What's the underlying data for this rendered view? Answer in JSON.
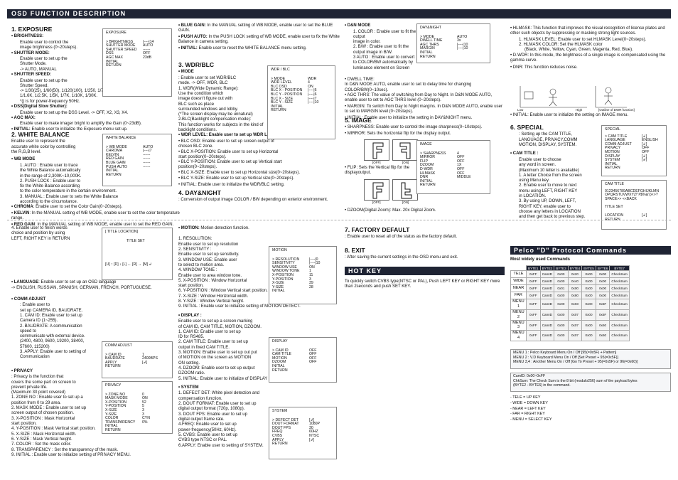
{
  "header": {
    "title": "OSD FUNCTION DESCRIPTION"
  },
  "exposure": {
    "heading": "1. EXPOSURE",
    "brightness_l": "• BRIGHTNESS:",
    "brightness_d": [
      "Enable user to control the",
      "image brightness (0~20steps)."
    ],
    "shutter_mode_l": "• SHUTTER MODE:",
    "shutter_mode_d": [
      "Enable user to set up the",
      "Shutter Mode.",
      "-> AUTO, MANUAL"
    ],
    "shutter_speed_l": "• SHUTTER SPEED:",
    "shutter_speed_d": [
      "Enable user to set up the",
      "Shutter Speed.",
      "-> 1/30(25), 1/60(50), 1/120(100), 1/250, 1/700, 1/1K,",
      "1/1.6K, 1/2.5K, 1/5K, 1/7K, 1/10K, 1/30K.",
      "*() is for power-frequency 50Hz."
    ],
    "dss_l": "• DSS(Digital Slow Shutter):",
    "dss_d": "Enable user to set up the DSS Level. -> OFF, X2, X3, X4.",
    "agc_l": "• AGC MAX:",
    "agc_d": "Enable user to make imager bright to amplify the Gain (0~23dB).",
    "initial_l": "• INITIAL:",
    "initial_d": "Enable user to initialize the Exposure menu set up."
  },
  "exposure_box": {
    "title": "EXPOSURE",
    "rows": [
      [
        "> BRIGHTNESS",
        "|----|14"
      ],
      [
        "SHUTTER MODE",
        "AUTO"
      ],
      [
        "SHUTTER SPEED",
        "------"
      ],
      [
        "DSS",
        "OFF"
      ],
      [
        "AGC MAX",
        "23dB"
      ],
      [
        "INITIAL",
        ""
      ],
      [
        "RETURN",
        ""
      ]
    ]
  },
  "white_balance": {
    "heading": "2. WHITE BALANCE",
    "intro": [
      "Enable user to represent the",
      "accurate white color by controlling",
      "the R,G,B level."
    ],
    "wb_mode_l": "• WB MODE",
    "auto": [
      "1. AUTO : Enable user to trace",
      "the White Balance automatically",
      "in the range of 2,300K~10,000K.",
      "2. PUSH LOCK : Enable user to",
      "fix the White Balance according",
      "to the color temperature in the certain environment.",
      "3. MANUAL : Enable user to sets the White Balance",
      "according to the circumstance."
    ],
    "chroma_l": "• CHROMA",
    "chroma_d": ": Enable user to set the Color Gain(0~20steps).",
    "kelvin_l": "• KELVIN",
    "kelvin_d": ": In the MANUAL setting of WB MODE, enable user to set the color temperature range.",
    "red_l": "• RED GAIN",
    "red_d": ": In the MANUAL setting of WB MODE, enable user to set the RED GAIN."
  },
  "wb_box": {
    "title": "WHITE BALANCE",
    "rows": [
      [
        "> WB MODE",
        "AUTO"
      ],
      [
        "CHROMA",
        "|----|7"
      ],
      [
        "KELVIN",
        "------"
      ],
      [
        "RED GAIN",
        "------"
      ],
      [
        "BLUE GAIN",
        "------"
      ],
      [
        "PUSH AUTO",
        "------"
      ],
      [
        "INITIAL",
        ""
      ],
      [
        "RETURN",
        ""
      ]
    ]
  },
  "wb_cont": {
    "blue_l": "• BLUE GAIN:",
    "blue_d": "In the MANUAL setting of WB MODE, enable user to set the BLUE GAIN.",
    "push_l": "• PUSH AUTO:",
    "push_d": "In the PUSH LOCK setting of WB MODE, enable user to fix the White Balance in camera setting.",
    "init_l": "• INITIAL:",
    "init_d": "Enable user to reset the WHITE BALANCE menu setting."
  },
  "wdr": {
    "heading": "3. WDR/BLC",
    "mode_l": "• MODE",
    "mode_d": [
      ": Enable user to set WDR/BLC",
      "mode. -> OFF, WDR, BLC",
      "1. WDR(Wide Dynamic Range):",
      "Use the condition which",
      "image doesn't figure out with",
      "BLC such as place",
      "surrounded windows and lobby.",
      "(*The screen display may be unnatural)",
      "2.BLC(Backlight compensation mode):",
      "This function works for subjects in the kind of backlight conditions."
    ],
    "wdr_level": "• WDR LEVEL: Enable user to set up WDR Level(0~4 level).",
    "blc_osd": [
      "• BLC OSD: Enable user to set up screen output of",
      "chosen BLC zone."
    ],
    "blc_x": [
      "• BLC X-POSITION: Enable user to set up Horizontal",
      "start position(0~20steps)."
    ],
    "blc_y": [
      "• BLC Y-POSITION: Enable user to set up Vertical start",
      "position(0~20steps)."
    ],
    "blc_xs": "• BLC X-SIZE: Enable user to set up Horizontal size(0~20steps).",
    "blc_ys": "• BLC Y-SIZE: Enable user to set up Vertical size(0~20steps).",
    "init": "• INITIAL: Enable user to initialize the WDR/BLC setting."
  },
  "wdr_box": {
    "title": "WDR / BLC",
    "rows": [
      [
        "> MODE",
        "WDR"
      ],
      [
        "WDR LEVEL",
        "4"
      ],
      [
        "BLC OSD",
        "ON"
      ],
      [
        "BLC X - POSITION",
        "|----|6"
      ],
      [
        "BLC Y - POSITION",
        "|----|6"
      ],
      [
        "BLC X - SIZE",
        "|----|7"
      ],
      [
        "BLC Y - SIZE",
        "|----|10"
      ],
      [
        "INITIAL",
        ""
      ],
      [
        "RETURN",
        ""
      ]
    ]
  },
  "daynight": {
    "heading": "4. DAY&NIGHT",
    "intro": ": Conversion of output image COLOR / BW depending on exterior environment.",
    "dn_mode_l": "• D&N MODE",
    "dn_mode_d": [
      "1. COLOR : Enable user to fit the output",
      "image in color.",
      "2. B/W : Enable user to fit the",
      "output image in B/W.",
      "3 AUTO : Enable user to convert",
      "to COLOR/BW automatically by",
      "luminance element on Screen"
    ],
    "dwell": [
      "• DWELL TIME:",
      "In D&N MODE AUTO, enable user to set to delay time for changing COLOR/BW(0~10sec)."
    ],
    "agc": "• AGC THRS: The value of switching from Day to Night. In D&N MODE AUTO, enable user to set to AGC THRS level (0~20steps).",
    "margin": "• MARGIN: To switch from Day to Night margins. In D&N MODE AUTO, enable user to set to MARGIN level (0~20steps).",
    "init": "• INITIAL: Enable user to initialize the setting in DAY&NIGHT menu."
  },
  "dn_box": {
    "title": "DAY&NIGHT",
    "rows": [
      [
        "> MODE",
        "AUTO"
      ],
      [
        "DWELL TIME",
        "3s"
      ],
      [
        "AGC THRS",
        "|----|10"
      ],
      [
        "MARGIN",
        "|----|10"
      ],
      [
        "INITIAL",
        ""
      ],
      [
        "RETURN",
        ""
      ]
    ]
  },
  "image": {
    "heading": "5. IMAGE",
    "sharpness": "• SHARPNESS: Enable user to control the image sharpness(0~10steps).",
    "mirror": "• MIRROR: Sets the horizontal flip for the display output.",
    "flip": [
      "• FLIP: Sets the Vertical flip for the",
      "displayoutput."
    ],
    "dzoom": "• DZOOM(Digital Zoom): Max. 20x Digital Zoom.",
    "fig_off": "[OFF]",
    "fig_on": "[ON]"
  },
  "image_box": {
    "title": "IMAGE",
    "rows": [
      [
        "> SHARPNESS",
        "4"
      ],
      [
        "MIRROR",
        "OFF"
      ],
      [
        "FLIP",
        "OFF"
      ],
      [
        "DZOOM",
        "1X"
      ],
      [
        "D-WDR",
        "OFF"
      ],
      [
        "HLMASK",
        "OFF"
      ],
      [
        "DNR",
        "MIDDLE"
      ],
      [
        "INITIAL",
        ""
      ],
      [
        "RETURN",
        ""
      ]
    ]
  },
  "hlmask": {
    "main": "• HLMASK: This function that improves the visual recognition of license plates and other such objects by suppressing or masking strong light sources.",
    "l1": "1. HLMASK LEVEL: Enable user to set HLMASK Level(0~20steps).",
    "l2": "2. HLMASK COLOR: Set the HLMASK color",
    "l3": "(Black, White, Yellow, Cyan, Green, Magenta, Red, Blue).",
    "dwdr": "• D-WDR: In this mode, the brightness of a single image is compensated using the gamma curve.",
    "dnr": "• DNR: This function reduces noise.",
    "init": "• INITIAL: Enable user to initialize the setting on IMAGE menu.",
    "cap_a": "Low",
    "cap_b": "High",
    "cap_c": "[Outline of DWR function]"
  },
  "special": {
    "heading": "6. SPECIAL",
    "intro": [
      ": Setting up the CAM TITLE,",
      "LANGUAGE, PRIVACY,COMM",
      "MOTION, DISPLAY, SYSTEM."
    ],
    "cam_title_l": "• CAM TITLE :",
    "cam_title": [
      " Enable user to choose",
      "any word in screen.",
      "(Maximum 10 letter is available)",
      "1. A letter Choice from the screen",
      "using Menu key.",
      "2. Enable user to move to next",
      "menu using LEFT, RIGHT KEY",
      "in LOCATION.",
      "3. By using UP, DOWN, LEFT,",
      "RIGHT KEY, enable user to",
      "choose any letters in LOCATION",
      "and then get back to previous step."
    ]
  },
  "special_box": {
    "title": "SPECIAL",
    "rows": [
      [
        "> CAM TITLE",
        "[↲]"
      ],
      [
        "LANGUAGE",
        "ENGLISH"
      ],
      [
        "COMM ADJUST",
        "[↲]"
      ],
      [
        "PRIVACY",
        "OFF"
      ],
      [
        "MOTION",
        "OFF"
      ],
      [
        "DISPLAY",
        "[↲]"
      ],
      [
        "SYSTEM",
        "[↲]"
      ],
      [
        "INITIAL",
        ""
      ],
      [
        "RETURN",
        ""
      ]
    ]
  },
  "cam_box": {
    "title": "CAM TITLE",
    "chars1": "0123456789ABCDEFGHIJKLMN",
    "chars2": "OPQRSTUVWXYZ!\"#$%&'()<>?",
    "chars3": "SPACE>> <<BACK",
    "sub": "TITLE SET",
    "rows": [
      [
        "LOCATION",
        "[↲]"
      ],
      [
        "RETURN",
        ""
      ]
    ]
  },
  "bottom_left": {
    "cont": [
      "4. Enable user to finish words",
      "choice and position by using",
      "LEFT, RIGHT KEY in RETURN"
    ],
    "lang_l": "• LANGUAGE",
    "lang_d": ": Enable user to set up an OSD language",
    "lang_list": "-> ENGLISH, RUSSIAN, SPANISH, GERMAN, FRENCH, PORTUGUESE.",
    "comm_l": "• COMM ADJUST",
    "comm_d": [
      ": Enable user to",
      "set up CAMERA ID, BAUDRATE.",
      "1. CAM ID: Enable user to set up",
      "Camera ID (1~255).",
      "2. BAUDRATE: A communication speed to",
      "communicate with external device.",
      "(2400, 4800, 9600, 19200, 38400,",
      "57600, 115200)",
      "3. APPLY: Enable user to setting of",
      "Communication"
    ],
    "priv_l": "• PRIVACY",
    "priv_d": [
      ": Privacy is the function that",
      "covers the some part on screen to",
      "prevent private life.",
      "(Maximum 30 point covered)",
      "",
      "1. ZONE NO : Enable user to set up a",
      "position from 0 to 29 area.",
      "2. MASK MODE : Enable user to set up",
      "screen output of chosen position.",
      "3. X-POSITION : Mask Horizontal",
      "start position.",
      "4. Y-POSITION : Mask Vertical start position.",
      "5. X-SIZE : Mask Horizontal width.",
      "6. Y-SIZE : Mask Vertical height.",
      "7. COLOR : Set the mask color.",
      "8. TRANSPARENCY : Set the transparency of the mask.",
      "9. INITIAL : Enable user to initialize setting of PRIVACY MENU."
    ]
  },
  "tl_box": {
    "title": "[ TITLE LOCATION]",
    "sub": "TITLE SET",
    "keys": "[U] ↑  [D] ↓  [L] ←  [R] →  [M] ↲"
  },
  "comm_box": {
    "title": "COMM ADJUST",
    "rows": [
      [
        "> CAM ID",
        "1"
      ],
      [
        "BAUDRATE",
        "2400BPS"
      ],
      [
        "APPLY",
        "[↲]"
      ],
      [
        "RETURN",
        ""
      ]
    ]
  },
  "privacy_box": {
    "title": "PRIVACY",
    "rows": [
      [
        "> ZONE NO",
        "0"
      ],
      [
        "MASK MODE",
        "ON"
      ],
      [
        "X-POSITION",
        "52"
      ],
      [
        "Y-POSITION",
        "5"
      ],
      [
        "X-SIZE",
        "3"
      ],
      [
        "Y-SIZE",
        "3"
      ],
      [
        "COLOR",
        "CYN"
      ],
      [
        "TRANSPARENCY",
        "0%"
      ],
      [
        "INITIAL",
        ""
      ],
      [
        "RETURN",
        ""
      ]
    ]
  },
  "motion": {
    "l": "• MOTION:",
    "d": " Motion detection function.",
    "items": [
      "1. RESOLUTION:",
      "Enable user to set up resolution",
      "2. SENSITIVITY :",
      "Enable user to set up sensitivity.",
      "3. WINDOW USE: Enable user",
      "to select to motion area.",
      "4. WINDOW TONE :",
      "Enable user to area window tone.",
      "5. X-POSITION : Window Horizontal",
      "start position.",
      "6. Y-POSITION : Window Vertical start position.",
      "7. X-SIZE : Window Horizontal width.",
      "8. Y-SIZE : Window Vertical height.",
      "9. INITIAL : Enable user to initialize setting of MOTION DETECT."
    ]
  },
  "motion_box": {
    "title": "MOTION",
    "rows": [
      [
        "> RESOLUTION",
        "|----|0"
      ],
      [
        "SENSITIVITY",
        "|----|10"
      ],
      [
        "WINDOW USE",
        "ON"
      ],
      [
        "WINDOW TONE",
        "1"
      ],
      [
        "X-POSITION",
        "11"
      ],
      [
        "Y-POSITION",
        "3"
      ],
      [
        "X-SIZE",
        "39"
      ],
      [
        "Y-SIZE",
        "28"
      ],
      [
        "INITIAL",
        ""
      ]
    ]
  },
  "display": {
    "l": "• DISPLAY :",
    "d": [
      "Enable user to set up a screen marking",
      "of CAM ID, CAM TITLE, MOTION, DZOOM.",
      "",
      "1. CAM ID: Enable user to set up",
      "ID for RS485.",
      "2. CAM TITLE: Enable user to set up",
      "output in fixed CAM TITLE.",
      "3. MOTION: Enable user to set up out put",
      "of MOTION on the screen as MOTION",
      "ON setting.",
      "4. DZOOM: Enable user to set up output",
      "DZOOM ratio.",
      "5. INITIAL: Enable user to initialize of DISPLAY menu."
    ]
  },
  "display_box": {
    "title": "DISPLAY",
    "rows": [
      [
        "> CAM ID",
        "OFF"
      ],
      [
        "CAM TITLE",
        "OFF"
      ],
      [
        "MOTION",
        "OFF"
      ],
      [
        "DZOOM",
        "OFF"
      ],
      [
        "INITIAL",
        ""
      ],
      [
        "RETURN",
        ""
      ]
    ]
  },
  "system": {
    "l": "• SYSTEM",
    "d": [
      "1. DEFECT DET: White pixel detection and",
      "compensation function.",
      "2. DOUT FORMAT: Enable user to set up",
      "digital output format (720p, 1080p).",
      "3. DOUT FPS: Enable user to set up",
      "digital output frame rate.",
      "4.FREQ: Enable user to set up",
      "power-frequency(50Hz, 60Hz).",
      "5. CVBS: Enable user to set up",
      "CVBS type NTSC or PAL.",
      "6.APPLY: Enable user to setting of SYSTEM."
    ]
  },
  "system_box": {
    "title": "SYSTEM",
    "rows": [
      [
        "> DEFECT DET",
        "[↲]"
      ],
      [
        "DOUT FORMAT",
        "1080P"
      ],
      [
        "DOUT FPS",
        "30"
      ],
      [
        "FREQ",
        "60HZ"
      ],
      [
        "CVBS",
        "NTSC"
      ],
      [
        "APPLY",
        "[↲]"
      ],
      [
        "RETURN",
        ""
      ]
    ]
  },
  "factory": {
    "heading": "7. FACTORY DEFAULT",
    "d": ": Enable user to reset all of the status as the factory default."
  },
  "exitsec": {
    "heading": "8. EXIT",
    "d": ": After saving the current settings in the OSD menu and exit."
  },
  "hotkey": {
    "title": "HOT KEY",
    "d": "To quickly switch CVBS type(NTSC or PAL), Push LEFT KEY or RIGHT KEY more than 2seconds and push SET KEY."
  },
  "pelco": {
    "title": "Pelco \"D\" Protocol Commands",
    "subtitle": "Most widely used Commands",
    "cols": [
      "BYTE1",
      "BYTE2",
      "BYTE3",
      "BYTE4",
      "BYTE5",
      "BYTE6",
      "BYTE7"
    ],
    "rows": [
      [
        "TELE",
        "0xFF",
        "CamID",
        "0x00",
        "0x20",
        "0x00",
        "0x00",
        "CheckSum"
      ],
      [
        "WIDE",
        "0xFF",
        "CamID",
        "0x00",
        "0x40",
        "0x00",
        "0x00",
        "CheckSum"
      ],
      [
        "NEAR",
        "0xFF",
        "CamID",
        "0x01",
        "0x00",
        "0x00",
        "0x00",
        "CheckSum"
      ],
      [
        "FAR",
        "0xFF",
        "CamID",
        "0x00",
        "0x80",
        "0x00",
        "0x00",
        "CheckSum"
      ],
      [
        "MENU 1",
        "0xFF",
        "CamID",
        "0x00",
        "0x03",
        "0x00",
        "0x5F",
        "CheckSum"
      ],
      [
        "MENU 2",
        "0xFF",
        "CamID",
        "0x00",
        "0x07",
        "0x00",
        "0x5F",
        "CheckSum"
      ],
      [
        "MENU 3",
        "0xFF",
        "CamID",
        "0x00",
        "0x07",
        "0x00",
        "0x60",
        "CheckSum"
      ],
      [
        "MENU 4",
        "0xFF",
        "CamID",
        "0x00",
        "0x07",
        "0x00",
        "0x60",
        "CheckSum"
      ]
    ],
    "note1": [
      "MENU 1 : Pelco Keyboard Menu On / Off [95(=0x5F) + Pattern]",
      "MENU 2 : V.D Keyboard Menu On / Off   [Set Preset + 95(=0x5F)]",
      "MENU 3,4 : Another Menu On / Off       [Go To Preset + 95(=0x5F) or 96(=0x60)]"
    ],
    "note2": [
      "CamID: 0x00~0xFF",
      "ChkSum: The Check Sum is the 8 bit (modulo256) sum of the payload bytes",
      "(BYTE2 - BYTE6) in the command."
    ],
    "keys": [
      "- TELE = UP KEY",
      "- WIDE = DOWN KEY",
      "- NEAR = LEFT KEY",
      "- FAR = RIGHT KEY",
      "- MENU = SELECT KEY"
    ]
  }
}
